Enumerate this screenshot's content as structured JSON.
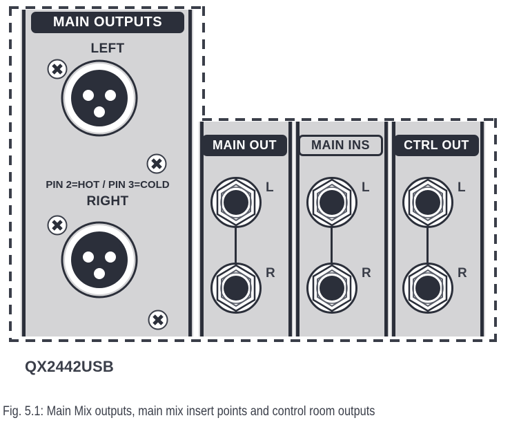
{
  "figure": {
    "model_name": "QX2442USB",
    "caption": "Fig. 5.1: Main Mix outputs, main mix insert points and control room outputs"
  },
  "colors": {
    "panel_gray": "#d4d4d6",
    "dark": "#2b2f3a",
    "outline": "#3a3e49",
    "white": "#ffffff"
  },
  "panels": [
    {
      "id": "main-outputs",
      "header": {
        "label": "MAIN OUTPUTS",
        "style": "solid"
      },
      "connector_type": "xlr",
      "note": "PIN 2=HOT / PIN 3=COLD",
      "connectors": [
        {
          "label": "LEFT",
          "pins": 3,
          "screws": 2
        },
        {
          "label": "RIGHT",
          "pins": 3,
          "screws": 2
        }
      ]
    },
    {
      "id": "main-out",
      "header": {
        "label": "MAIN OUT",
        "style": "solid"
      },
      "connector_type": "trs-jack",
      "connectors": [
        {
          "label": "L"
        },
        {
          "label": "R"
        }
      ]
    },
    {
      "id": "main-ins",
      "header": {
        "label": "MAIN INS",
        "style": "outline"
      },
      "connector_type": "trs-jack",
      "connectors": [
        {
          "label": "L"
        },
        {
          "label": "R"
        }
      ]
    },
    {
      "id": "ctrl-out",
      "header": {
        "label": "CTRL OUT",
        "style": "solid"
      },
      "connector_type": "trs-jack",
      "connectors": [
        {
          "label": "L"
        },
        {
          "label": "R"
        }
      ]
    }
  ],
  "icons": {
    "screw": "screw-cross-icon",
    "xlr": "xlr-connector-icon",
    "jack": "trs-jack-icon"
  }
}
